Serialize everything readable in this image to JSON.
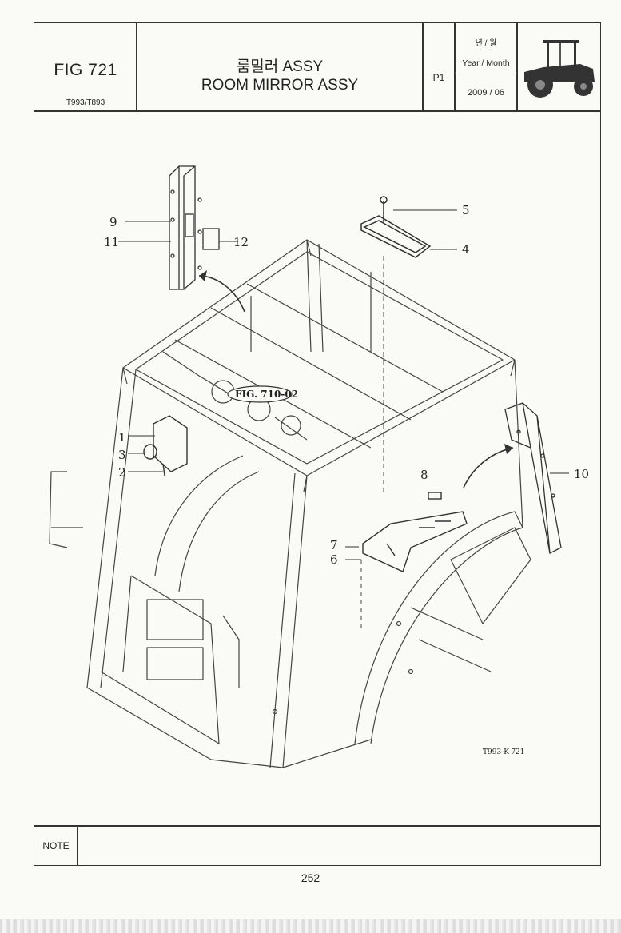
{
  "header": {
    "fig_label": "FIG 721",
    "models": "T993/T893",
    "title_ko": "룸밀러 ASSY",
    "title_en": "ROOM MIRROR ASSY",
    "page": "P1",
    "date_header_ko": "년 / 월",
    "date_header_en": "Year / Month",
    "date_value": "2009 / 06"
  },
  "diagram": {
    "callouts": [
      "1",
      "2",
      "3",
      "4",
      "5",
      "6",
      "7",
      "8",
      "9",
      "10",
      "11",
      "12"
    ],
    "ref_badge": "FIG. 710-02",
    "drawing_code": "T993-K-721"
  },
  "note": {
    "label": "NOTE",
    "text": ""
  },
  "footer": {
    "page_number": "252"
  }
}
